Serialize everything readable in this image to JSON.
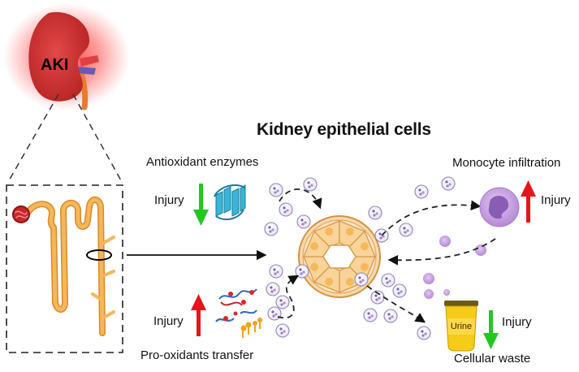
{
  "organ_label": "AKI",
  "title": "Kidney epithelial cells",
  "panels": {
    "antioxidant": {
      "label": "Antioxidant enzymes",
      "effect": "Injury",
      "direction": "down"
    },
    "prooxidant": {
      "label": "Pro-oxidants transfer",
      "effect": "Injury",
      "direction": "up"
    },
    "monocyte": {
      "label": "Monocyte infiltration",
      "effect": "Injury",
      "direction": "up"
    },
    "waste": {
      "label": "Cellular waste",
      "effect": "Injury",
      "direction": "down",
      "container_label": "Urine"
    }
  },
  "colors": {
    "up_arrow": "#e8141c",
    "down_arrow": "#22c722",
    "kidney": "#d83a3a",
    "kidney_glow": "#ff2a2a",
    "nephron": "#f2a640",
    "cell": "#f9d49a",
    "monocyte": "#c9a2e0",
    "urine": "#f6c400"
  }
}
